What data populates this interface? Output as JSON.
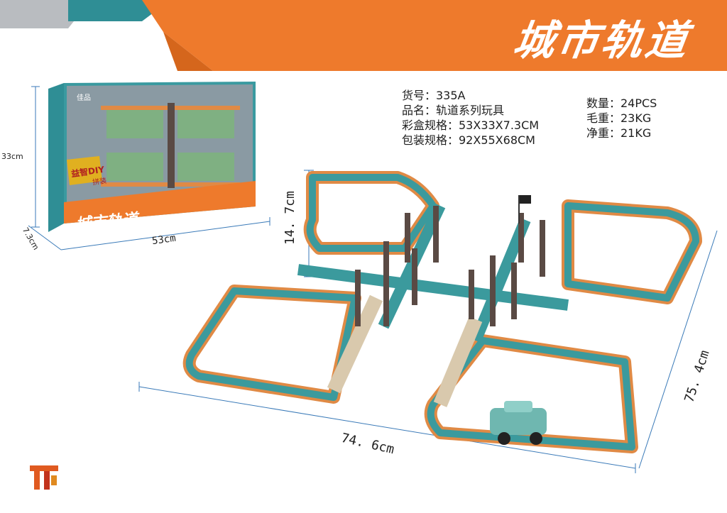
{
  "banner": {
    "title": "城市轨道"
  },
  "product_info": {
    "item_no": "货号：335A",
    "name": "品名：轨道系列玩具",
    "box_size": "彩盒规格：53X33X7.3CM",
    "carton_size": "包装规格：92X55X68CM",
    "quantity": "数量：24PCS",
    "gross_weight": "毛重：23KG",
    "net_weight": "净重：21KG"
  },
  "package": {
    "brand": "佳品",
    "title": "城市轨道",
    "badge": "益智DIY",
    "badge_sub": "拼装"
  },
  "dimensions": {
    "box_height": "33cm",
    "box_depth": "7.3cm",
    "box_width": "53cm",
    "track_height": "14. 7cm",
    "track_width": "74. 6cm",
    "track_depth": "75. 4cm"
  },
  "colors": {
    "banner_orange": "#ee7a2c",
    "banner_gray": "#b9bcc0",
    "banner_teal": "#2f8e95",
    "track_teal": "#3b9a9d",
    "track_orange": "#e08a45",
    "bridge_brown": "#5a4a44"
  }
}
